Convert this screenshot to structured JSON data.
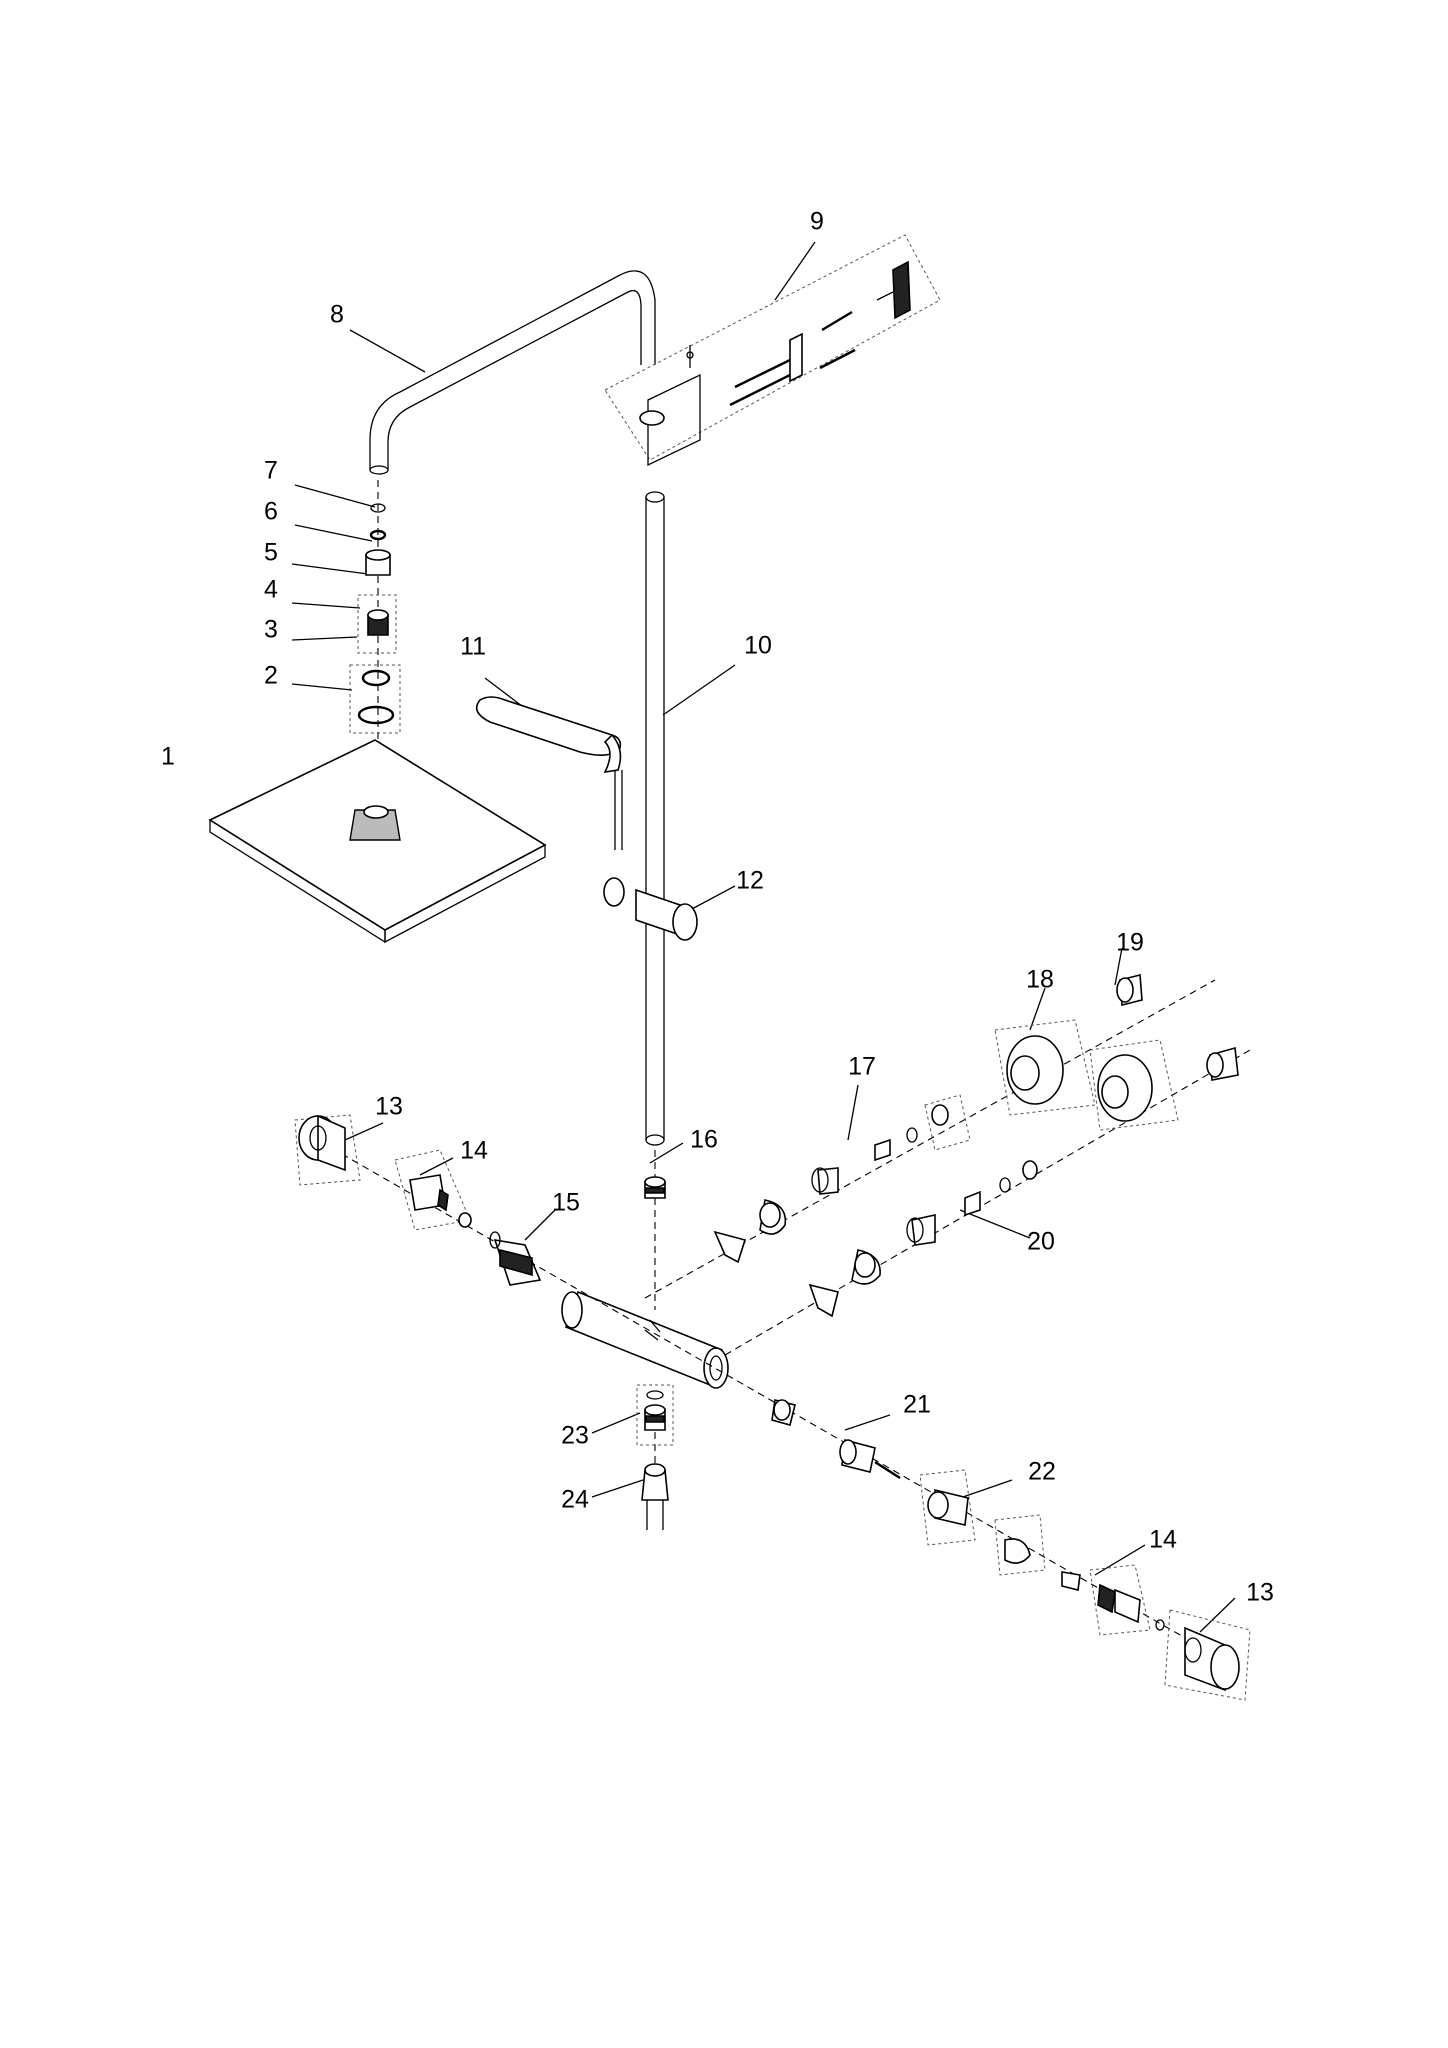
{
  "diagram": {
    "labels": [
      "1",
      "2",
      "3",
      "4",
      "5",
      "6",
      "7",
      "8",
      "9",
      "10",
      "11",
      "12",
      "13",
      "14",
      "15",
      "16",
      "17",
      "18",
      "19",
      "20",
      "21",
      "22",
      "23",
      "24",
      "14",
      "13"
    ]
  }
}
